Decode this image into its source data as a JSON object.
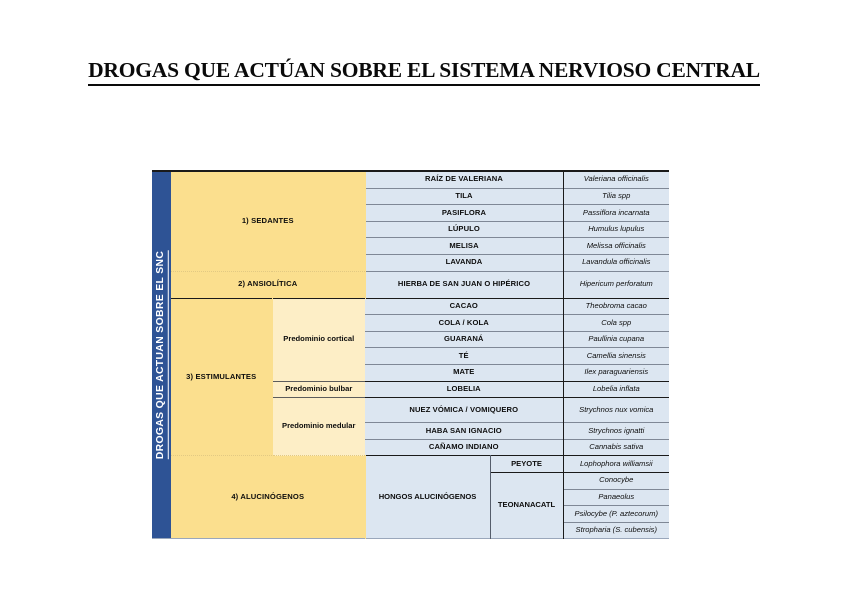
{
  "page": {
    "title": "DROGAS QUE ACTÚAN SOBRE EL SISTEMA NERVIOSO CENTRAL",
    "spine_label": "DROGAS QUE ACTUAN SOBRE EL SNC"
  },
  "colors": {
    "spine_blue": "#2e5395",
    "category_yellow": "#fbdf8e",
    "subcategory_cream": "#fdeec6",
    "data_blue": "#dce6f1",
    "text_dark": "#0d0d0d"
  },
  "categories": [
    {
      "label": "1) SEDANTES",
      "subgroups": [
        {
          "label": "",
          "rows": [
            {
              "common": "RAÍZ DE VALERIANA",
              "scientific": "Valeriana officinalis"
            },
            {
              "common": "TILA",
              "scientific": "Tilia spp"
            },
            {
              "common": "PASIFLORA",
              "scientific": "Passiflora incarnata"
            },
            {
              "common": "LÚPULO",
              "scientific": "Humulus lupulus"
            },
            {
              "common": "MELISA",
              "scientific": "Melissa officinalis"
            },
            {
              "common": "LAVANDA",
              "scientific": "Lavandula officinalis"
            }
          ]
        }
      ]
    },
    {
      "label": "2) ANSIOLÍTICA",
      "subgroups": [
        {
          "label": "",
          "rows": [
            {
              "common": "HIERBA DE SAN JUAN O HIPÉRICO",
              "scientific": "Hipericum perforatum"
            }
          ]
        }
      ]
    },
    {
      "label": "3) ESTIMULANTES",
      "subgroups": [
        {
          "label": "Predominio cortical",
          "rows": [
            {
              "common": "CACAO",
              "scientific": "Theobroma cacao"
            },
            {
              "common": "COLA / KOLA",
              "scientific": "Cola spp"
            },
            {
              "common": "GUARANÁ",
              "scientific": "Paullinia cupana"
            },
            {
              "common": "TÉ",
              "scientific": "Camellia sinensis"
            },
            {
              "common": "MATE",
              "scientific": "Ilex paraguariensis"
            }
          ]
        },
        {
          "label": "Predominio bulbar",
          "rows": [
            {
              "common": "LOBELIA",
              "scientific": "Lobelia inflata"
            }
          ]
        },
        {
          "label": "Predominio medular",
          "rows": [
            {
              "common": "NUEZ VÓMICA / VOMIQUERO",
              "scientific": "Strychnos nux vomica"
            },
            {
              "common": "HABA SAN IGNACIO",
              "scientific": "Strychnos ignatti"
            }
          ]
        }
      ]
    },
    {
      "label": "4) ALUCINÓGENOS",
      "cannabis_row": {
        "common": "CAÑAMO INDIANO",
        "scientific": "Cannabis sativa"
      },
      "mushroom_group": "HONGOS ALUCINÓGENOS",
      "mushroom_subgroups": [
        {
          "label": "PEYOTE",
          "rows": [
            {
              "scientific": "Lophophora williamsii"
            }
          ]
        },
        {
          "label": "TEONANACATL",
          "rows": [
            {
              "scientific": "Conocybe"
            },
            {
              "scientific": "Panaeolus"
            },
            {
              "scientific": "Psilocybe (P. aztecorum)"
            },
            {
              "scientific": "Stropharia (S. cubensis)"
            }
          ]
        }
      ]
    }
  ]
}
